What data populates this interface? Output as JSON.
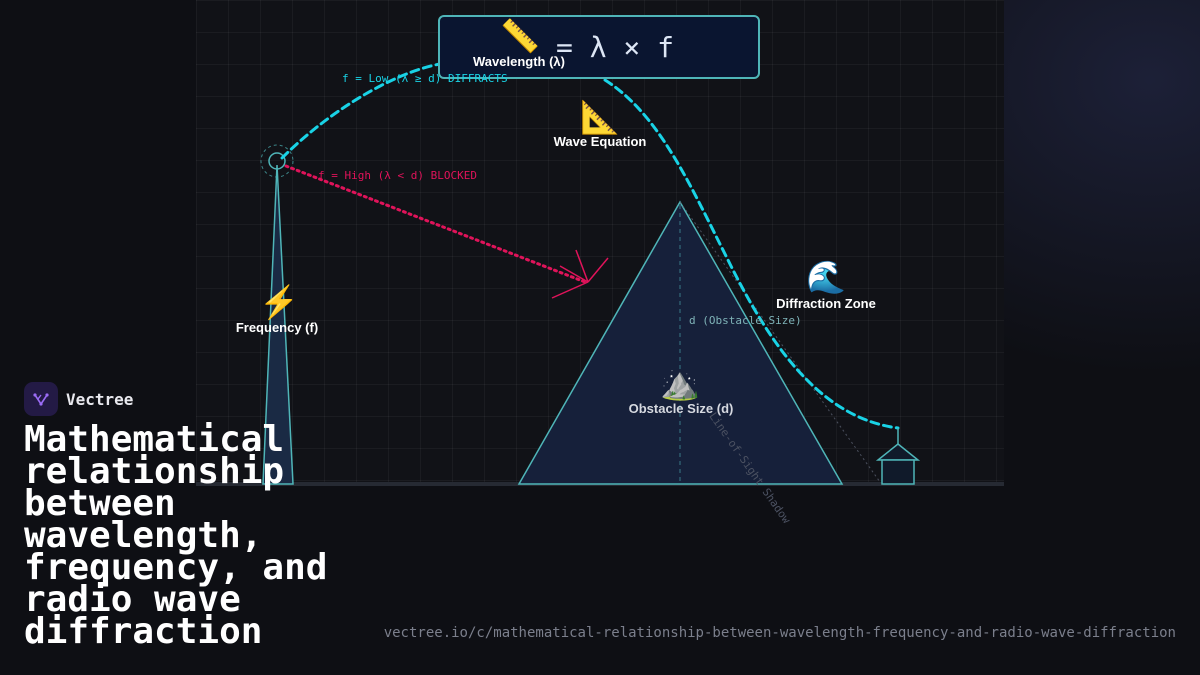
{
  "brand": {
    "name": "Vectree"
  },
  "title": "Mathematical relationship between wavelength, frequency, and radio wave diffraction",
  "url": "vectree.io/c/mathematical-relationship-between-wavelength-frequency-and-radio-wave-diffraction",
  "formula": {
    "text": "= λ × f"
  },
  "nodes": {
    "wavelength": {
      "label": "Wavelength (λ)",
      "icon": "ruler-icon"
    },
    "wave_equation": {
      "label": "Wave Equation",
      "icon": "triangle-ruler-icon"
    },
    "frequency": {
      "label": "Frequency (f)",
      "icon": "lightning-icon"
    },
    "diffraction_zone": {
      "label": "Diffraction Zone",
      "icon": "wave-icon"
    },
    "obstacle_size": {
      "label": "Obstacle Size (d)",
      "icon": "mountain-icon"
    }
  },
  "annotations": {
    "low_freq": "f = Low (λ ≥ d) DIFFRACTS",
    "high_freq": "f = High (λ < d) BLOCKED",
    "obstacle_dimension": "d (Obstacle Size)",
    "shadow": "Line-of-Sight Shadow"
  },
  "colors": {
    "diffract_path": "#19d3e6",
    "blocked_path": "#e0135a",
    "outline": "#4fb5b8",
    "accent": "#8c5cf0"
  }
}
